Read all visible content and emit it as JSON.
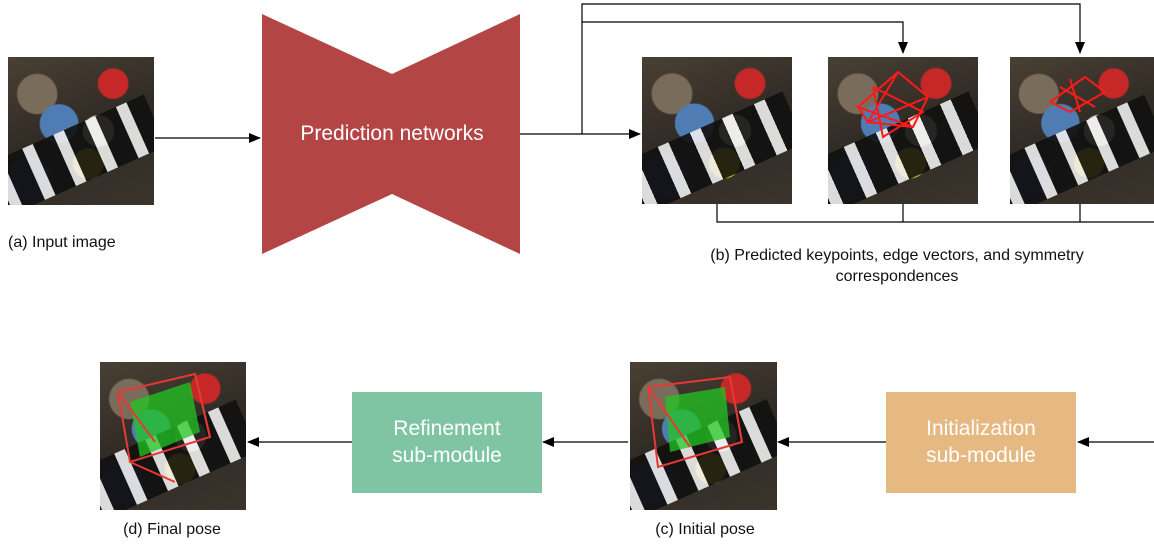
{
  "prediction": {
    "label": "Prediction networks",
    "color": "#b34545"
  },
  "captions": {
    "input": "(a) Input image",
    "predicted_line1": "(b) Predicted keypoints, edge vectors, and symmetry",
    "predicted_line2": "correspondences",
    "initial": "(c) Initial pose",
    "final": "(d) Final pose"
  },
  "initialization": {
    "line1": "Initialization",
    "line2": "sub-module",
    "color": "#e6b982"
  },
  "refinement": {
    "line1": "Refinement",
    "line2": "sub-module",
    "color": "#7fc4a3"
  },
  "overlays": {
    "keypoints": "#ff1a1a",
    "edges": "#ff3030",
    "pose_box": "#e53935",
    "pose_model": "#22c522"
  }
}
